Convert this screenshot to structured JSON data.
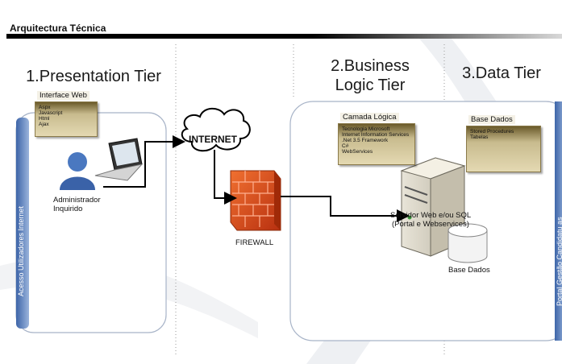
{
  "page": {
    "title": "Arquitectura Técnica"
  },
  "tiers": {
    "presentation": "1.Presentation Tier",
    "business_line1": "2.Business",
    "business_line2": "Logic Tier",
    "data": "3.Data Tier"
  },
  "notes": {
    "interface_web": {
      "title": "Interface Web",
      "items": [
        "Aspx",
        "Javascript",
        "Html",
        "Ajax"
      ]
    },
    "camada_logica": {
      "title": "Camada Lógica",
      "items": [
        "Tecnologia Microsoft",
        "Internet Information Services",
        ".Net 3.5 Framework",
        "C#",
        "WebServices"
      ]
    },
    "base_dados": {
      "title": "Base Dados",
      "items": [
        "Stored Procedures",
        "Tabelas"
      ]
    }
  },
  "labels": {
    "user_line1": "Administrador",
    "user_line2": "Inquirido",
    "internet": "INTERNET",
    "firewall": "FIREWALL",
    "server_line1": "Servidor Web e/ou SQL",
    "server_line2": "(Portal e Webservices)",
    "database": "Base Dados",
    "left_vertical": "Acesso Utilizadores Internet",
    "right_vertical": "Portal Gestão Candidatu as"
  },
  "colors": {
    "side_bar": "#5b7fb8",
    "note_dark": "#6a5a2a",
    "note_light": "#e4d9b2",
    "firewall": "#e0501c",
    "connector": "#000000"
  }
}
